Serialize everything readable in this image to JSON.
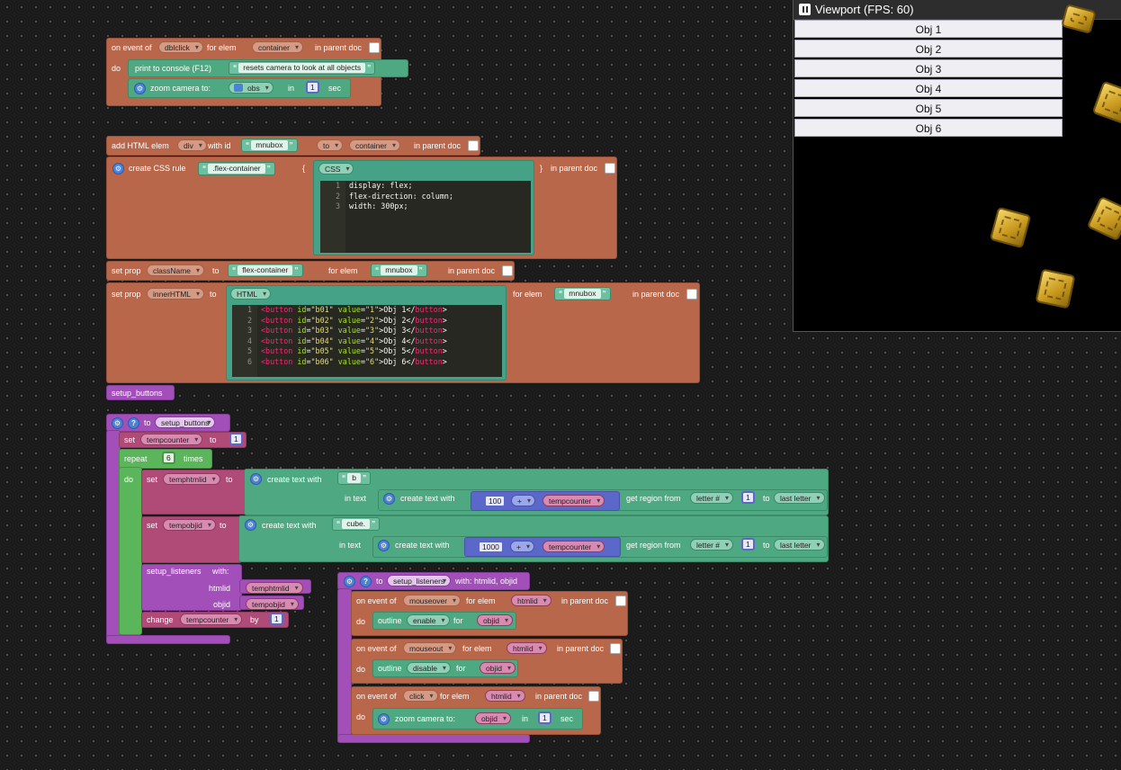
{
  "viewport": {
    "title": "Viewport (FPS: 60)",
    "buttons": [
      "Obj 1",
      "Obj 2",
      "Obj 3",
      "Obj 4",
      "Obj 5",
      "Obj 6"
    ]
  },
  "event1": {
    "on_event_of": "on event of",
    "event": "dblclick",
    "for_elem": "for elem",
    "elem": "container",
    "in_parent_doc": "in parent doc",
    "do": "do",
    "print": "print to console (F12)",
    "print_text": "resets camera to look at all objects",
    "zoom": "zoom camera to:",
    "zoom_target": "obs",
    "in": "in",
    "zoom_time": "1",
    "sec": "sec"
  },
  "addelem": {
    "label": "add HTML elem",
    "tag": "div",
    "with_id": "with id",
    "id": "mnubox",
    "to": "to",
    "parent": "container",
    "in_parent_doc": "in parent doc"
  },
  "cssrule": {
    "label": "create CSS rule",
    "selector": ".flex-container",
    "brace_open": "{",
    "lang": "CSS",
    "brace_close": "}",
    "in_parent_doc": "in parent doc",
    "lines": [
      "display: flex;",
      "flex-direction: column;",
      "width: 300px;"
    ]
  },
  "setprop1": {
    "label": "set prop",
    "prop": "className",
    "to": "to",
    "value": "flex-container",
    "for_elem": "for elem",
    "elem": "mnubox",
    "in_parent_doc": "in parent doc"
  },
  "setprop2": {
    "label": "set prop",
    "prop": "innerHTML",
    "to": "to",
    "lang": "HTML",
    "for_elem": "for elem",
    "elem": "mnubox",
    "in_parent_doc": "in parent doc",
    "lines": [
      {
        "id": "\"b01\"",
        "value": "\"1\"",
        "text": ">Obj 1</"
      },
      {
        "id": "\"b02\"",
        "value": "\"2\"",
        "text": ">Obj 2</"
      },
      {
        "id": "\"b03\"",
        "value": "\"3\"",
        "text": ">Obj 3</"
      },
      {
        "id": "\"b04\"",
        "value": "\"4\"",
        "text": ">Obj 4</"
      },
      {
        "id": "\"b05\"",
        "value": "\"5\"",
        "text": ">Obj 5</"
      },
      {
        "id": "\"b06\"",
        "value": "\"6\"",
        "text": ">Obj 6</"
      }
    ]
  },
  "call_setup_buttons": "setup_buttons",
  "func_setup_buttons": {
    "to": "to",
    "name": "setup_buttons",
    "set": "set",
    "var_tempcounter": "tempcounter",
    "set_to": "to",
    "init": "1",
    "repeat": "repeat",
    "times_n": "6",
    "times": "times",
    "do": "do",
    "var_temphtmlid": "temphtmlid",
    "create_text_with": "create text with",
    "str_b": "b",
    "in_text": "in text",
    "num_100": "100",
    "plus": "+",
    "get_region": "get region from",
    "letter": "letter #",
    "one": "1",
    "to_last": "to",
    "last_letter": "last letter",
    "var_tempobjid": "tempobjid",
    "str_cube": "cube.",
    "num_1000": "1000",
    "call_listeners": "setup_listeners",
    "with": "with:",
    "htmlid": "htmlid",
    "objid": "objid",
    "change": "change",
    "by": "by",
    "by_n": "1"
  },
  "func_setup_listeners": {
    "to": "to",
    "name": "setup_listeners",
    "with": "with: htmlid, objid",
    "on_event_of": "on event of",
    "ev1": "mouseover",
    "ev2": "mouseout",
    "ev3": "click",
    "for_elem": "for elem",
    "htmlid": "htmlid",
    "in_parent_doc": "in parent doc",
    "do": "do",
    "outline": "outline",
    "enable": "enable",
    "disable": "disable",
    "for": "for",
    "objid": "objid",
    "zoom": "zoom camera to:",
    "in": "in",
    "zoom_time": "1",
    "sec": "sec"
  },
  "colors": {
    "event_brown": "#b9674b",
    "text_teal": "#4ea982",
    "loop_green": "#5bb55b",
    "proc_purple": "#a24fb9",
    "var_pink": "#b04b78",
    "math_blue": "#5b68c9"
  }
}
